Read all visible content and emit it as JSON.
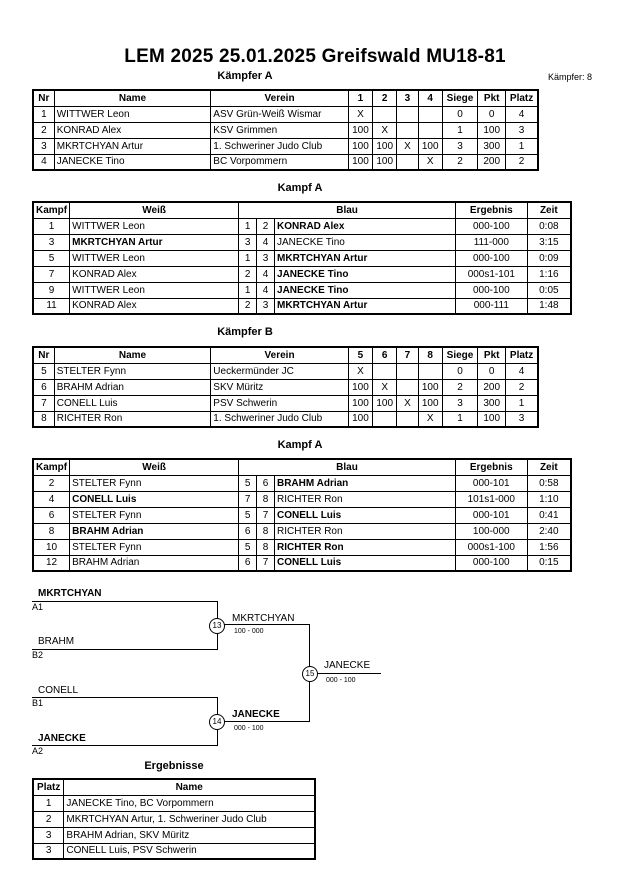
{
  "header": {
    "title": "LEM 2025  25.01.2025  Greifswald   MU18-81",
    "pool_a_title": "Kämpfer A",
    "fighter_count": "Kämpfer: 8"
  },
  "pool_a": {
    "columns": [
      "Nr",
      "Name",
      "Verein",
      "1",
      "2",
      "3",
      "4",
      "Siege",
      "Pkt",
      "Platz"
    ],
    "rows": [
      {
        "nr": "1",
        "name": "WITTWER Leon",
        "club": "ASV Grün-Weiß Wismar",
        "c1": "X",
        "c2": "",
        "c3": "",
        "c4": "",
        "wins": "0",
        "pts": "0",
        "place": "4"
      },
      {
        "nr": "2",
        "name": "KONRAD Alex",
        "club": "KSV Grimmen",
        "c1": "100",
        "c2": "X",
        "c3": "",
        "c4": "",
        "wins": "1",
        "pts": "100",
        "place": "3"
      },
      {
        "nr": "3",
        "name": "MKRTCHYAN Artur",
        "club": "1. Schweriner Judo Club",
        "c1": "100",
        "c2": "100",
        "c3": "X",
        "c4": "100",
        "wins": "3",
        "pts": "300",
        "place": "1"
      },
      {
        "nr": "4",
        "name": "JANECKE Tino",
        "club": "BC Vorpommern",
        "c1": "100",
        "c2": "100",
        "c3": "",
        "c4": "X",
        "wins": "2",
        "pts": "200",
        "place": "2"
      }
    ]
  },
  "kampf_a": {
    "title": "Kampf A",
    "columns": [
      "Kampf",
      "Weiß",
      "Blau",
      "Ergebnis",
      "Zeit"
    ],
    "rows": [
      {
        "no": "1",
        "white": "WITTWER Leon",
        "wn": "1",
        "bn": "2",
        "blue": "KONRAD Alex",
        "wb": false,
        "bb": true,
        "result": "000-100",
        "time": "0:08"
      },
      {
        "no": "3",
        "white": "MKRTCHYAN Artur",
        "wn": "3",
        "bn": "4",
        "blue": "JANECKE Tino",
        "wb": true,
        "bb": false,
        "result": "111-000",
        "time": "3:15"
      },
      {
        "no": "5",
        "white": "WITTWER Leon",
        "wn": "1",
        "bn": "3",
        "blue": "MKRTCHYAN Artur",
        "wb": false,
        "bb": true,
        "result": "000-100",
        "time": "0:09"
      },
      {
        "no": "7",
        "white": "KONRAD Alex",
        "wn": "2",
        "bn": "4",
        "blue": "JANECKE Tino",
        "wb": false,
        "bb": true,
        "result": "000s1-101",
        "time": "1:16"
      },
      {
        "no": "9",
        "white": "WITTWER Leon",
        "wn": "1",
        "bn": "4",
        "blue": "JANECKE Tino",
        "wb": false,
        "bb": true,
        "result": "000-100",
        "time": "0:05"
      },
      {
        "no": "11",
        "white": "KONRAD Alex",
        "wn": "2",
        "bn": "3",
        "blue": "MKRTCHYAN Artur",
        "wb": false,
        "bb": true,
        "result": "000-111",
        "time": "1:48"
      }
    ]
  },
  "pool_b": {
    "title": "Kämpfer B",
    "columns": [
      "Nr",
      "Name",
      "Verein",
      "5",
      "6",
      "7",
      "8",
      "Siege",
      "Pkt",
      "Platz"
    ],
    "rows": [
      {
        "nr": "5",
        "name": "STELTER Fynn",
        "club": "Ueckermünder JC",
        "c1": "X",
        "c2": "",
        "c3": "",
        "c4": "",
        "wins": "0",
        "pts": "0",
        "place": "4"
      },
      {
        "nr": "6",
        "name": "BRAHM Adrian",
        "club": "SKV Müritz",
        "c1": "100",
        "c2": "X",
        "c3": "",
        "c4": "100",
        "wins": "2",
        "pts": "200",
        "place": "2"
      },
      {
        "nr": "7",
        "name": "CONELL Luis",
        "club": "PSV Schwerin",
        "c1": "100",
        "c2": "100",
        "c3": "X",
        "c4": "100",
        "wins": "3",
        "pts": "300",
        "place": "1"
      },
      {
        "nr": "8",
        "name": "RICHTER Ron",
        "club": "1. Schweriner Judo Club",
        "c1": "100",
        "c2": "",
        "c3": "",
        "c4": "X",
        "wins": "1",
        "pts": "100",
        "place": "3"
      }
    ]
  },
  "kampf_b": {
    "title": "Kampf A",
    "columns": [
      "Kampf",
      "Weiß",
      "Blau",
      "Ergebnis",
      "Zeit"
    ],
    "rows": [
      {
        "no": "2",
        "white": "STELTER Fynn",
        "wn": "5",
        "bn": "6",
        "blue": "BRAHM Adrian",
        "wb": false,
        "bb": true,
        "result": "000-101",
        "time": "0:58"
      },
      {
        "no": "4",
        "white": "CONELL Luis",
        "wn": "7",
        "bn": "8",
        "blue": "RICHTER Ron",
        "wb": true,
        "bb": false,
        "result": "101s1-000",
        "time": "1:10"
      },
      {
        "no": "6",
        "white": "STELTER Fynn",
        "wn": "5",
        "bn": "7",
        "blue": "CONELL Luis",
        "wb": false,
        "bb": true,
        "result": "000-101",
        "time": "0:41"
      },
      {
        "no": "8",
        "white": "BRAHM Adrian",
        "wn": "6",
        "bn": "8",
        "blue": "RICHTER Ron",
        "wb": true,
        "bb": false,
        "result": "100-000",
        "time": "2:40"
      },
      {
        "no": "10",
        "white": "STELTER Fynn",
        "wn": "5",
        "bn": "8",
        "blue": "RICHTER Ron",
        "wb": false,
        "bb": true,
        "result": "000s1-100",
        "time": "1:56"
      },
      {
        "no": "12",
        "white": "BRAHM Adrian",
        "wn": "6",
        "bn": "7",
        "blue": "CONELL Luis",
        "wb": false,
        "bb": true,
        "result": "000-100",
        "time": "0:15"
      }
    ]
  },
  "bracket": {
    "s1_top": "MKRTCHYAN",
    "s1_top_seed": "A1",
    "s1_bot": "BRAHM",
    "s1_bot_seed": "B2",
    "s2_top": "CONELL",
    "s2_top_seed": "B1",
    "s2_bot": "JANECKE",
    "s2_bot_seed": "A2",
    "m13": "13",
    "m13_winner": "MKRTCHYAN",
    "m13_score": "100 - 000",
    "m14": "14",
    "m14_winner": "JANECKE",
    "m14_score": "000 - 100",
    "m15": "15",
    "m15_winner": "JANECKE",
    "m15_score": "000 - 100"
  },
  "results": {
    "title": "Ergebnisse",
    "columns": [
      "Platz",
      "Name"
    ],
    "rows": [
      {
        "place": "1",
        "name": "JANECKE Tino, BC Vorpommern"
      },
      {
        "place": "2",
        "name": "MKRTCHYAN Artur, 1. Schweriner Judo Club"
      },
      {
        "place": "3",
        "name": "BRAHM Adrian, SKV Müritz"
      },
      {
        "place": "3",
        "name": "CONELL Luis, PSV Schwerin"
      }
    ]
  }
}
